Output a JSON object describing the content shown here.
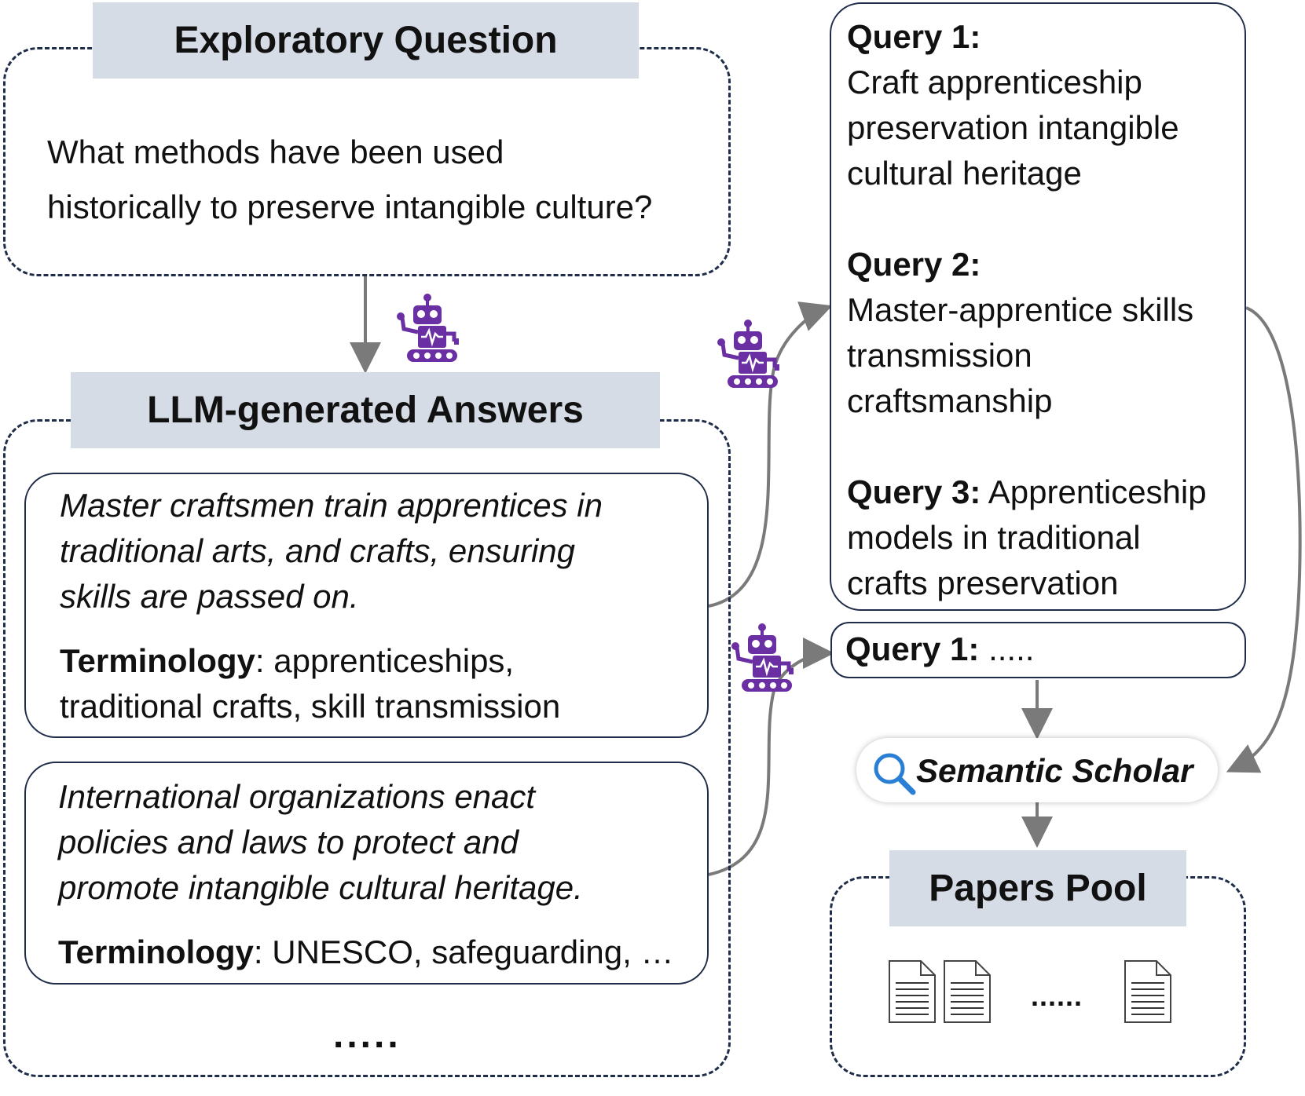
{
  "exploratory": {
    "header": "Exploratory Question",
    "question_line1": "What methods have been used",
    "question_line2": "historically to preserve intangible culture?"
  },
  "answers": {
    "header": "LLM-generated Answers",
    "answer1": {
      "lines": [
        "Master craftsmen train apprentices in",
        "traditional arts, and crafts, ensuring",
        "skills are passed on."
      ],
      "terminology_label": "Terminology",
      "terminology_line1": ": apprenticeships,",
      "terminology_line2": "traditional crafts, skill transmission"
    },
    "answer2": {
      "lines": [
        "International organizations enact",
        "policies and laws to protect and",
        "promote intangible cultural heritage."
      ],
      "terminology_label": "Terminology",
      "terminology_text": ": UNESCO, safeguarding, …"
    },
    "more": "....."
  },
  "queries": {
    "q1_label": "Query 1:",
    "q1_lines": [
      "Craft apprenticeship",
      "preservation intangible",
      "cultural heritage"
    ],
    "q2_label": "Query 2:",
    "q2_lines": [
      "Master-apprentice skills",
      "transmission",
      "craftsmanship"
    ],
    "q3_label": "Query 3:",
    "q3_first": " Apprenticeship",
    "q3_lines": [
      "models in traditional",
      "crafts preservation"
    ]
  },
  "query_small": {
    "label": "Query 1:",
    "rest": " ....."
  },
  "search": {
    "label": "Semantic Scholar",
    "icon": "magnifier-icon"
  },
  "papers": {
    "header": "Papers Pool",
    "ellipsis": "......"
  },
  "colors": {
    "border": "#1f2d4a",
    "header_bg": "#d6dce6",
    "arrow": "#7a7a7a",
    "robot": "#6a2fa3",
    "search_icon": "#2a7fd4"
  }
}
